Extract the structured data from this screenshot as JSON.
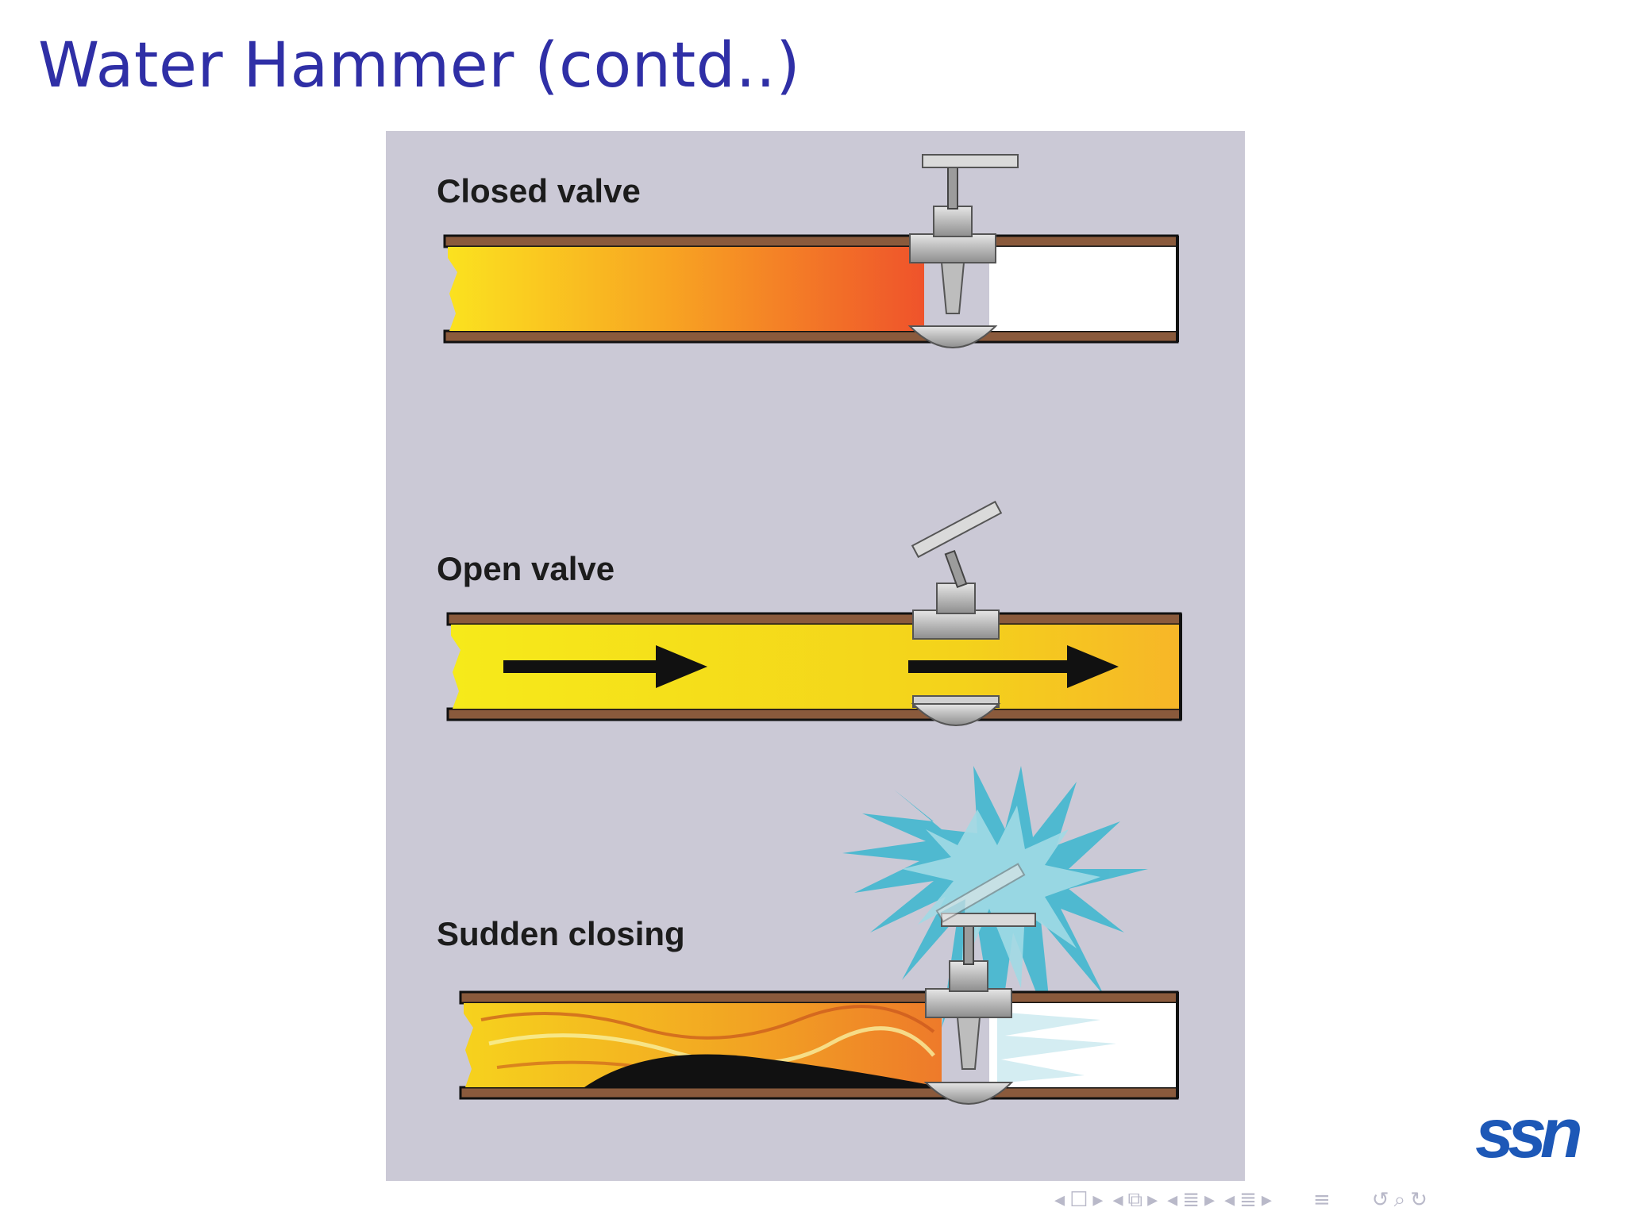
{
  "slide": {
    "title": "Water Hammer (contd..)"
  },
  "figure": {
    "panels": [
      {
        "label": "Closed valve"
      },
      {
        "label": "Open valve"
      },
      {
        "label": "Sudden closing"
      }
    ]
  },
  "logo": {
    "text": "ssn"
  },
  "nav": {
    "icons": [
      "arrow-left-icon",
      "frame-icon",
      "arrow-right-icon",
      "arrow-left-icon",
      "subsection-icon",
      "arrow-right-icon",
      "arrow-left-icon",
      "section-icon",
      "arrow-right-icon",
      "arrow-left-icon",
      "document-icon",
      "arrow-right-icon",
      "align-icon",
      "undo-icon",
      "search-icon",
      "redo-icon"
    ]
  },
  "colors": {
    "title": "#2f2fa6",
    "figure_background": "#cbc9d6",
    "logo": "#1d58b7",
    "water_yellow": "#f7e21c",
    "water_orange": "#ef5a2b"
  }
}
